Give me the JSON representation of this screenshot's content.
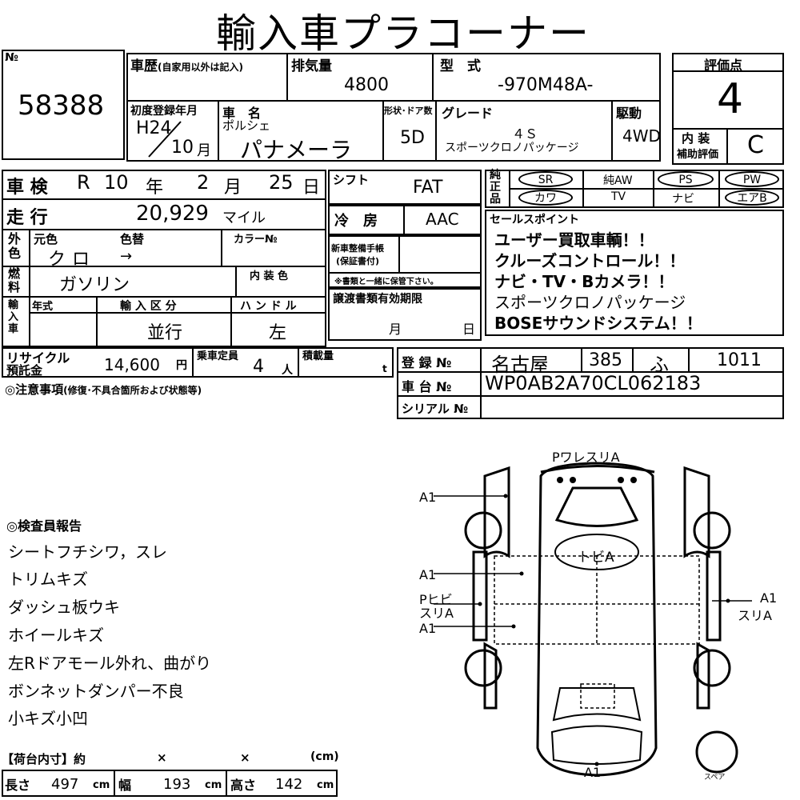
{
  "title": "輸入車プラコーナー",
  "no": {
    "label": "№",
    "value": "58388"
  },
  "history": {
    "label": "車歴",
    "sublabel": "(自家用以外は記入)"
  },
  "displacement": {
    "label": "排気量",
    "value": "4800"
  },
  "model": {
    "label": "型　式",
    "value": "-970M48A-"
  },
  "rating": {
    "label": "評価点",
    "value": "4",
    "interior_label_1": "内 装",
    "interior_label_2": "補助評価",
    "interior_value": "C"
  },
  "first_reg": {
    "label": "初度登録年月",
    "era": "H24",
    "month": "10",
    "month_unit": "月"
  },
  "car_name": {
    "label": "車　名",
    "maker": "ポルシェ",
    "name": "パナメーラ"
  },
  "shape": {
    "label": "形状･ドア数",
    "value": "5D"
  },
  "grade": {
    "label": "グレード",
    "line1": "４Ｓ",
    "line2": "スポーツクロノパッケージ"
  },
  "drive": {
    "label": "駆動",
    "value": "4WD"
  },
  "inspection": {
    "label": "車 検",
    "era": "R",
    "year": "10",
    "year_unit": "年",
    "month": "2",
    "month_unit": "月",
    "day": "25",
    "day_unit": "日"
  },
  "shift": {
    "label": "シフト",
    "value": "FAT"
  },
  "equipment": {
    "label": "純正品",
    "row1": [
      "SR",
      "純AW",
      "PS",
      "PW"
    ],
    "row2": [
      "カワ",
      "TV",
      "ナビ",
      "エアB"
    ]
  },
  "mileage": {
    "label": "走 行",
    "value": "20,929",
    "unit": "マイル"
  },
  "ac": {
    "label": "冷　房",
    "value": "AAC"
  },
  "sales_points": {
    "label": "セールスポイント",
    "items": [
      "ユーザー買取車輌！！",
      "クルーズコントロール！！",
      "ナビ・TV・Bカメラ！！",
      "スポーツクロノパッケージ",
      "BOSEサウンドシステム！！"
    ]
  },
  "color": {
    "side_label": "外色",
    "orig_label": "元色",
    "change_label": "色替",
    "orig_value": "クロ",
    "change_value": "→",
    "code_label": "カラー№"
  },
  "manual": {
    "label1": "新車整備手帳",
    "label2": "(保証書付)",
    "note": "※書類と一緒に保管下さい。"
  },
  "fuel": {
    "label": "燃料",
    "value": "ガソリン",
    "interior_label": "内 装 色"
  },
  "import": {
    "side_label": "輸入車",
    "year_label": "年式",
    "class_label": "輸 入 区 分",
    "class_value": "並行",
    "handle_label": "ハ ン ド ル",
    "handle_value": "左"
  },
  "transfer": {
    "label": "譲渡書類有効期限",
    "month_unit": "月",
    "day_unit": "日"
  },
  "recycle": {
    "label1": "リサイクル",
    "label2": "預託金",
    "value": "14,600",
    "unit": "円"
  },
  "capacity": {
    "label": "乗車定員",
    "value": "4",
    "unit": "人"
  },
  "load": {
    "label": "積載量",
    "unit": "t"
  },
  "registration": {
    "label": "登 録 №",
    "area": "名古屋",
    "class": "385",
    "kana": "ふ",
    "number": "1011"
  },
  "chassis": {
    "label": "車 台 №",
    "value": "WP0AB2A70CL062183"
  },
  "serial": {
    "label": "シリアル №"
  },
  "caution": {
    "label": "◎注意事項",
    "sub": "(修復･不具合箇所および状態等)"
  },
  "inspector": {
    "label": "◎検査員報告",
    "items": [
      "シートフチシワ，スレ",
      "トリムキズ",
      "ダッシュ板ウキ",
      "ホイールキズ",
      "左Rドアモール外れ、曲がり",
      "ボンネットダンパー不良",
      "小キズ小凹"
    ]
  },
  "cargo": {
    "label": "【荷台内寸】約",
    "x": "×",
    "unit": "(cm)"
  },
  "dims": {
    "length_label": "長さ",
    "length": "497",
    "width_label": "幅",
    "width": "193",
    "height_label": "高さ",
    "height": "142",
    "unit": "cm"
  },
  "diagram": {
    "rear_label": "PワレスリA",
    "roof_label": "トビA",
    "front_label": "A1",
    "left_a1_top": "A1",
    "left_a1_mid": "A1",
    "left_p1": "Pヒビ",
    "left_p2": "スリA",
    "left_a1_bot": "A1",
    "right_1": "A1",
    "right_2": "スリA",
    "spare": "スペア"
  }
}
